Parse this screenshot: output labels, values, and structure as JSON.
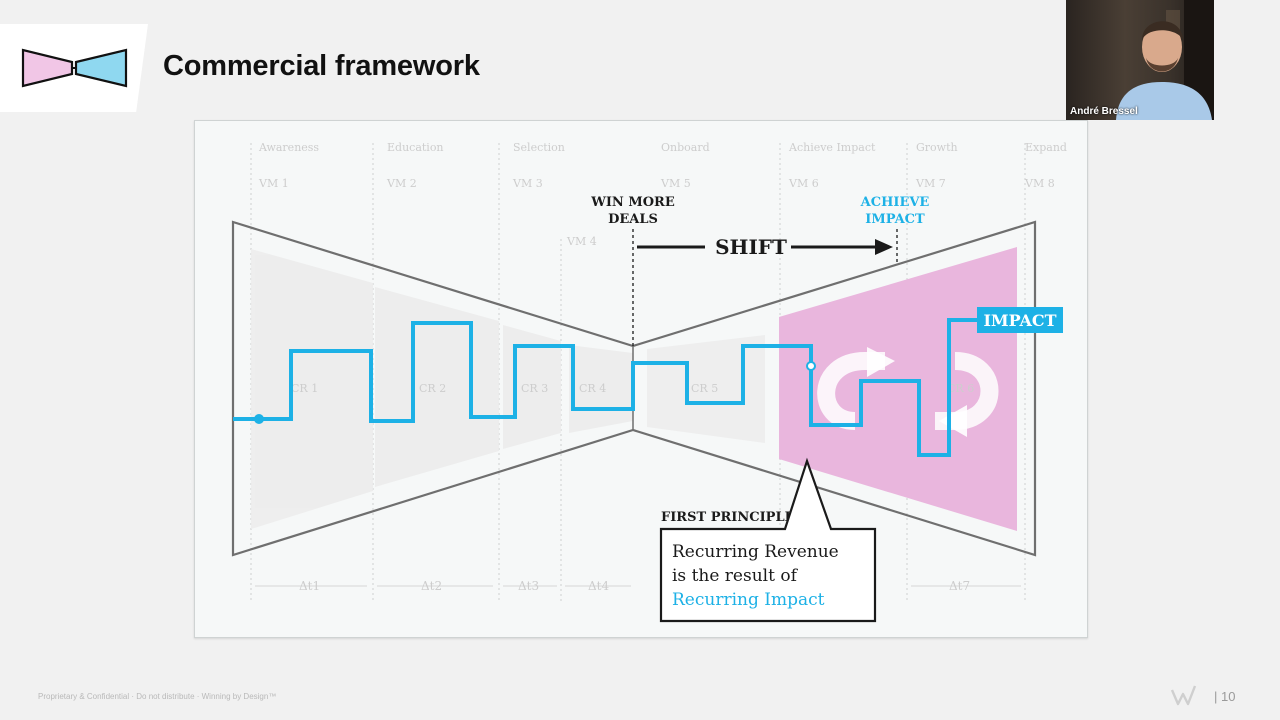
{
  "slide": {
    "title": "Commercial framework",
    "footer": "Proprietary & Confidential · Do not distribute · Winning by Design™",
    "page_number": "| 10"
  },
  "logo": {
    "icon": "bowtie-logo-icon",
    "colors": [
      "#f1c6e6",
      "#8fd8f0"
    ]
  },
  "video": {
    "participant_name": "André Bressel"
  },
  "diagram": {
    "stages": [
      "Awareness",
      "Education",
      "Selection",
      "Onboard",
      "Achieve Impact",
      "Growth",
      "Expand"
    ],
    "vm_labels": [
      "VM 1",
      "VM 2",
      "VM 3",
      "VM 4",
      "VM 5",
      "VM 6",
      "VM 7",
      "VM 8"
    ],
    "cr_labels": [
      "CR 1",
      "CR 2",
      "CR 3",
      "CR 4",
      "CR 5",
      "CR 6"
    ],
    "dt_labels": [
      "Δt1",
      "Δt2",
      "Δt3",
      "Δt4",
      "Δt7"
    ],
    "win_more_deals": [
      "WIN MORE",
      "DEALS"
    ],
    "achieve_impact": [
      "ACHIEVE",
      "IMPACT"
    ],
    "shift": "SHIFT",
    "impact": "IMPACT",
    "first_principle": "FIRST PRINCIPLE",
    "quote_lines": [
      "Recurring Revenue",
      "is the result of"
    ],
    "quote_highlight": "Recurring Impact",
    "colors": {
      "accent": "#1db1e6",
      "pink": "#e9b6dd",
      "outline": "#6f6f6f"
    }
  }
}
